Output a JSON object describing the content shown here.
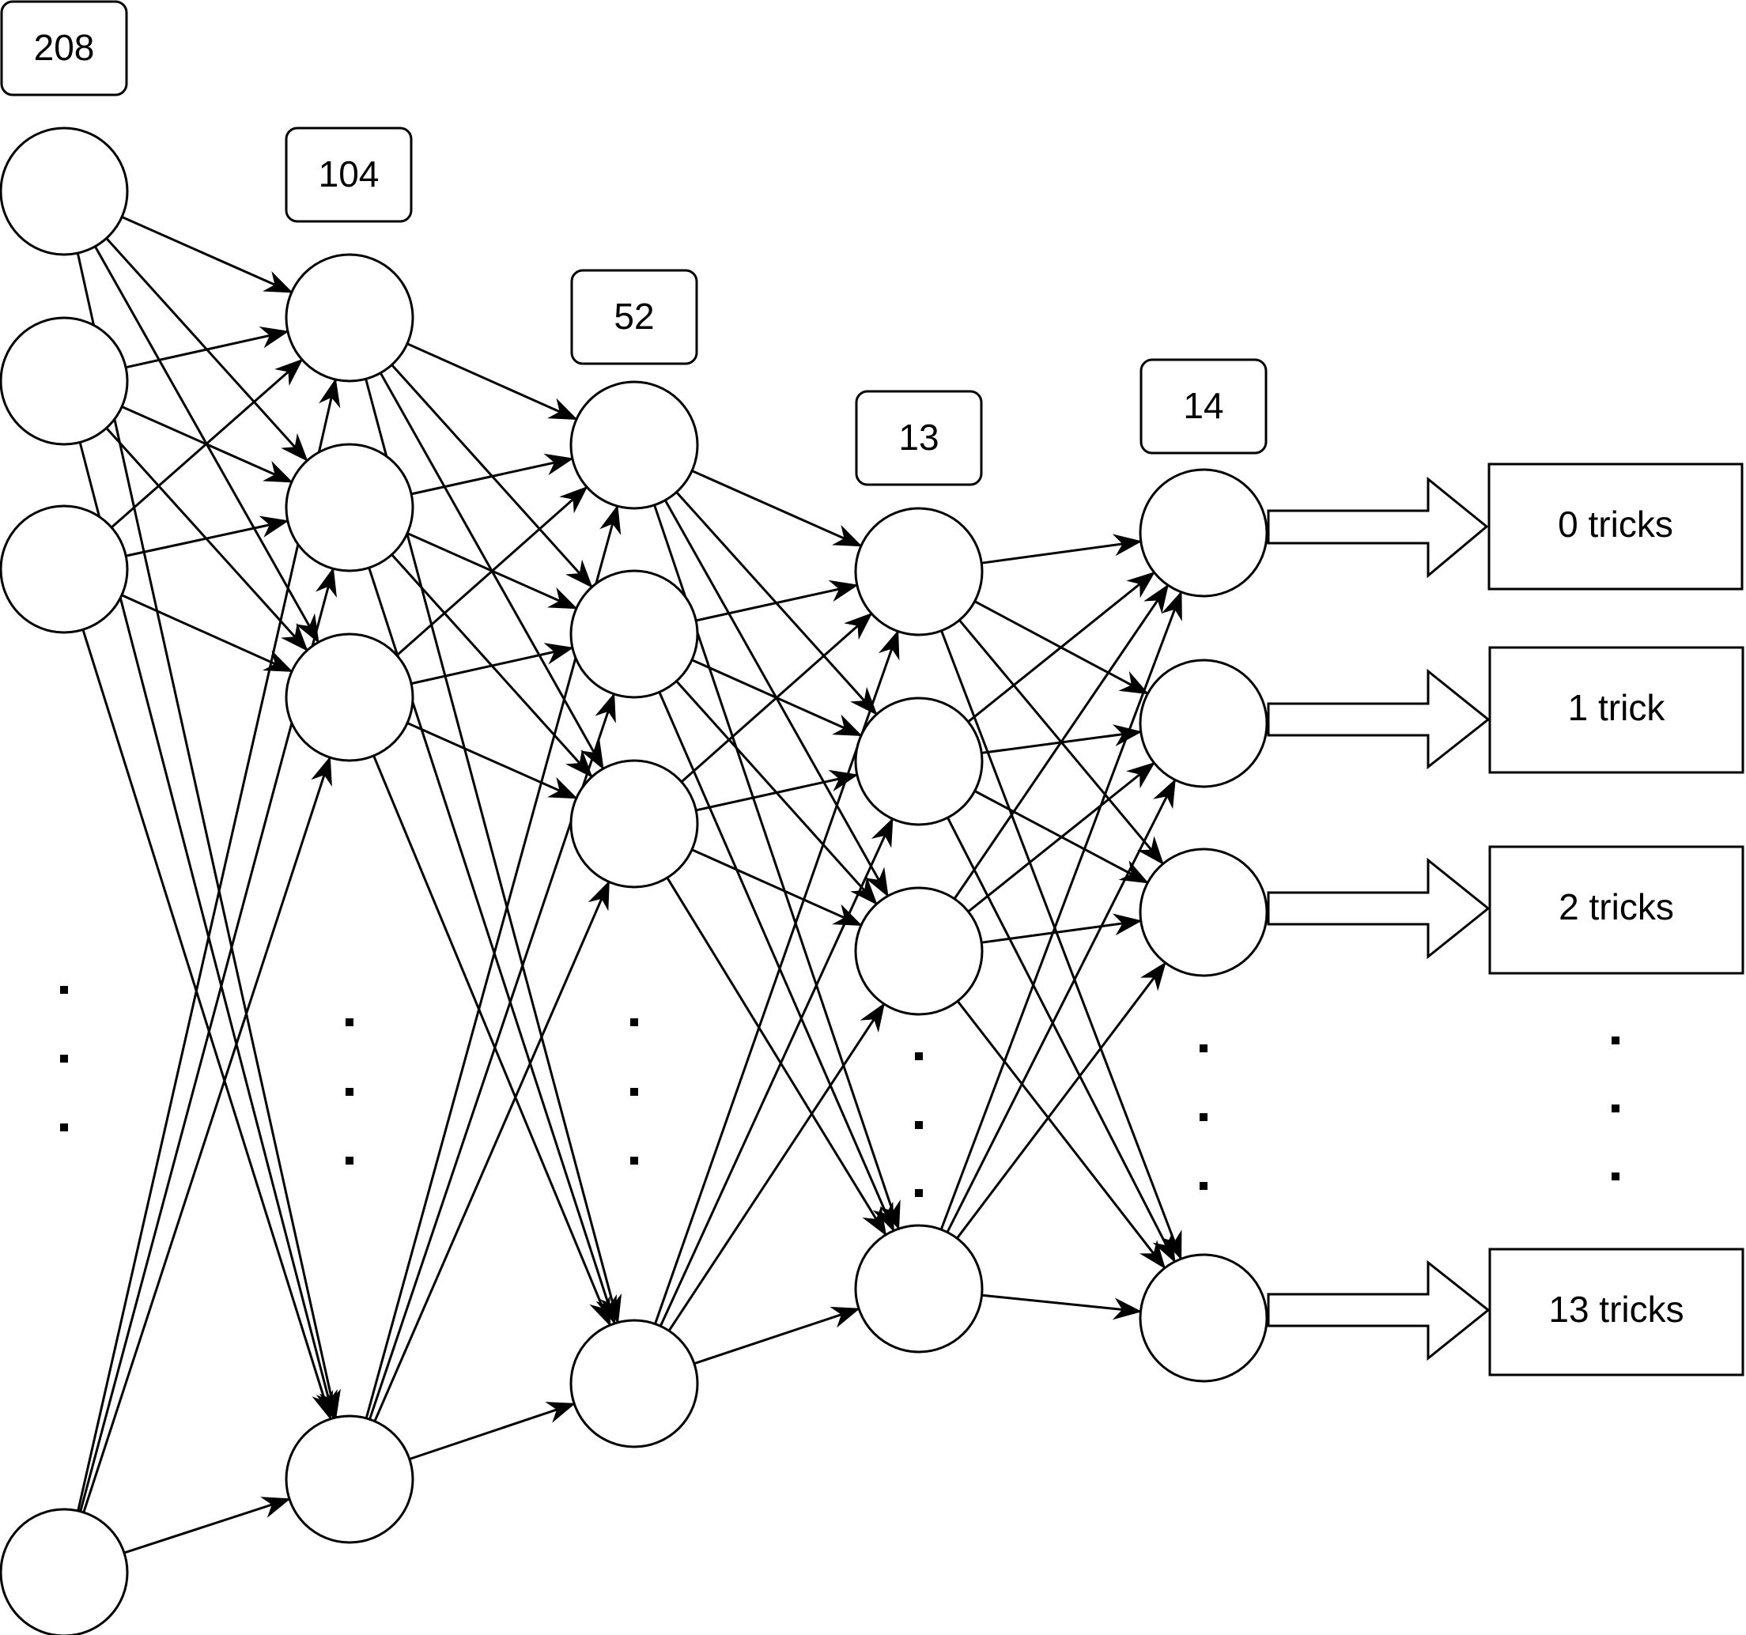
{
  "layers": [
    {
      "count_label": "208"
    },
    {
      "count_label": "104"
    },
    {
      "count_label": "52"
    },
    {
      "count_label": "13"
    },
    {
      "count_label": "14"
    }
  ],
  "outputs": [
    "0 tricks",
    "1 trick",
    "2 tricks",
    "13 tricks"
  ],
  "colors": {
    "stroke": "#000000",
    "fill": "#ffffff"
  }
}
